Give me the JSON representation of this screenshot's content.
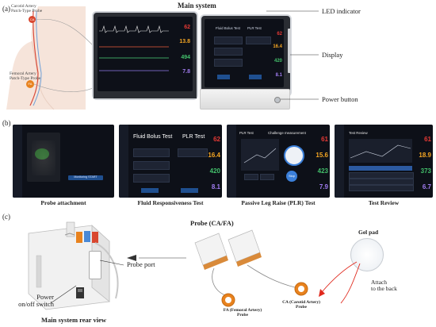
{
  "panel_a": {
    "letter": "(a)",
    "main_system": "Main system",
    "led_indicator": "LED indicator",
    "display": "Display",
    "power_button": "Power button",
    "carotid_probe": "Carotid Artery\nPatch-Type Probe",
    "femoral_probe": "Femoral Artery\nPatch-Type Probe",
    "ca_badge": "CA",
    "fa_badge": "FA",
    "left_values": [
      "62",
      "13.8",
      "494",
      "7.8"
    ],
    "right_values": [
      "62",
      "16.4",
      "420",
      "8.1"
    ],
    "right_screen_tabs": [
      "Fluid Bolus Test",
      "PLR Test"
    ]
  },
  "panel_b": {
    "letter": "(b)",
    "screens": [
      {
        "caption": "Probe attachment",
        "values": [],
        "button": "Monitoring START"
      },
      {
        "caption": "Fluid Responsiveness Test",
        "tabs": [
          "Fluid Bolus Test",
          "PLR Test"
        ],
        "values": [
          "62",
          "16.4",
          "420",
          "8.1"
        ]
      },
      {
        "caption": "Passive Leg Raise (PLR) Test",
        "title_left": "PLR Test",
        "title_right": "Challenge measurement",
        "values": [
          "61",
          "15.6",
          "423",
          "7.9"
        ],
        "stop": "Stop"
      },
      {
        "caption": "Test Review",
        "title": "Test Review",
        "values": [
          "61",
          "18.9",
          "373",
          "6.7"
        ]
      }
    ]
  },
  "panel_c": {
    "letter": "(c)",
    "probe_title": "Probe (CA/FA)",
    "gel_pad": "Gel pad",
    "attach": "Attach\nto the back",
    "probe_port": "Probe port",
    "power_switch": "Power\non/off switch",
    "rear_view": "Main system rear view",
    "fa_probe": "FA (Femoral Artery)\nProbe",
    "ca_probe": "CA (Carotid Artery)\nProbe"
  },
  "colors": {
    "probe_orange": "#e8821e",
    "arrow_red": "#e0281c",
    "ca_red": "#d9472f",
    "value_red": "#e53935",
    "value_orange": "#f5a623",
    "value_green": "#43c06b",
    "value_purple": "#a07cf0"
  }
}
